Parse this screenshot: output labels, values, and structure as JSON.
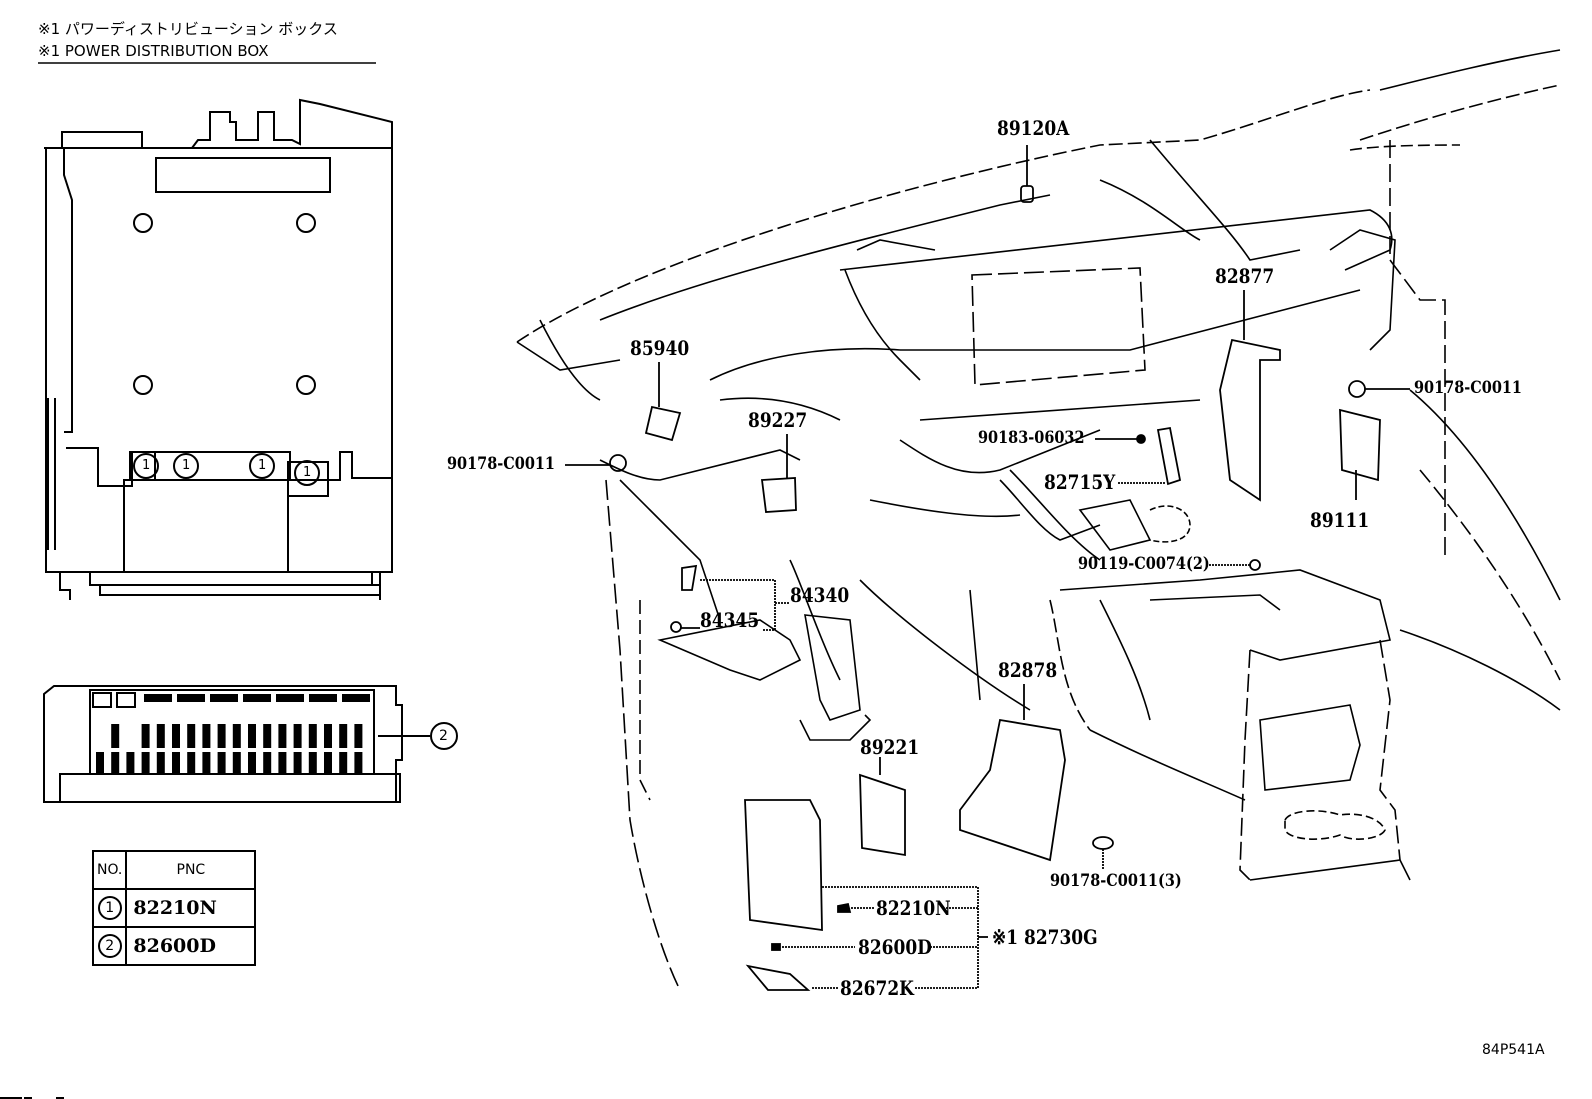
{
  "header": {
    "title_jp": "※1 パワーディストリビューション ボックス",
    "title_en": "※1 POWER DISTRIBUTION BOX"
  },
  "inset": {
    "fuse_marker": "1",
    "relay_marker": "2"
  },
  "pnc_table": {
    "headers": {
      "no": "NO.",
      "pnc": "PNC"
    },
    "rows": [
      {
        "no": "1",
        "pnc": "82210N"
      },
      {
        "no": "2",
        "pnc": "82600D"
      }
    ]
  },
  "callouts": {
    "p89120A": "89120A",
    "p85940": "85940",
    "p89227": "89227",
    "p82877": "82877",
    "p90178_left": "90178-C0011",
    "p90178_right": "90178-C0011",
    "p90183": "90183-06032",
    "p82715Y": "82715Y",
    "p89111": "89111",
    "p90119": "90119-C0074(2)",
    "p84340": "84340",
    "p84345": "84345",
    "p82878": "82878",
    "p89221": "89221",
    "p90178_3": "90178-C0011(3)",
    "p82210N": "82210N",
    "p82600D": "82600D",
    "p82672K": "82672K",
    "p82730G": "※1 82730G"
  },
  "footer": {
    "illustration_code": "84P541A"
  }
}
